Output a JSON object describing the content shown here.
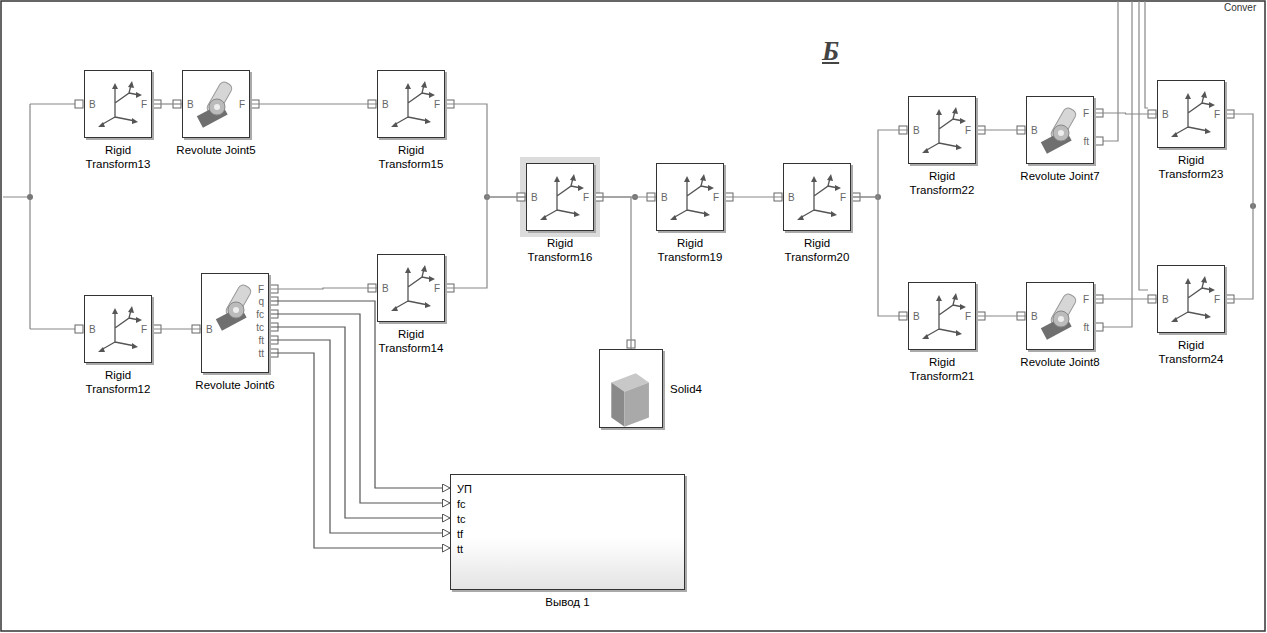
{
  "diagram": {
    "nodes": [
      {
        "text": [
          "B",
          "F",
          "Rigid Transform13"
        ]
      },
      {
        "text": [
          "B",
          "F",
          "Revolute Joint5"
        ]
      },
      {
        "text": [
          "B",
          "F",
          "Rigid Transform15"
        ]
      },
      {
        "text": [
          "B",
          "F",
          "Rigid Transform12"
        ]
      },
      {
        "text": [
          "B",
          "F",
          "q",
          "fc",
          "tc",
          "ft",
          "tt",
          "Revolute Joint6"
        ]
      },
      {
        "text": [
          "B",
          "F",
          "Rigid Transform14"
        ]
      },
      {
        "text": [
          "B",
          "F",
          "Rigid Transform16"
        ]
      },
      {
        "text": [
          "Solid4"
        ]
      },
      {
        "text": [
          "B",
          "F",
          "Rigid Transform19"
        ]
      },
      {
        "text": [
          "B",
          "F",
          "Rigid Transform20"
        ]
      },
      {
        "text": [
          "B",
          "F",
          "Rigid Transform22"
        ]
      },
      {
        "text": [
          "B",
          "F",
          "ft",
          "Revolute Joint7"
        ]
      },
      {
        "text": [
          "B",
          "F",
          "Rigid Transform23"
        ]
      },
      {
        "text": [
          "B",
          "F",
          "Rigid Transform21"
        ]
      },
      {
        "text": [
          "B",
          "F",
          "ft",
          "Revolute Joint8"
        ]
      },
      {
        "text": [
          "B",
          "F",
          "Rigid Transform24"
        ]
      },
      {
        "text": [
          "УП",
          "fc",
          "tc",
          "tf",
          "tt",
          "Вывод 1"
        ]
      }
    ],
    "edges": [
      {
        "from": 0,
        "to": 1,
        "arrow": "none"
      },
      {
        "from": 1,
        "to": 2,
        "arrow": "none"
      },
      {
        "from": 3,
        "to": 4,
        "arrow": "none"
      },
      {
        "from": 4,
        "to": 5,
        "arrow": "none"
      },
      {
        "from": 2,
        "to": 6,
        "arrow": "none"
      },
      {
        "from": 5,
        "to": 6,
        "arrow": "none"
      },
      {
        "from": 6,
        "to": 8,
        "arrow": "none"
      },
      {
        "from": 6,
        "to": 7,
        "arrow": "none"
      },
      {
        "from": 8,
        "to": 9,
        "arrow": "none"
      },
      {
        "from": 9,
        "to": 10,
        "arrow": "none"
      },
      {
        "from": 9,
        "to": 13,
        "arrow": "none"
      },
      {
        "from": 10,
        "to": 11,
        "arrow": "none"
      },
      {
        "from": 11,
        "to": 12,
        "arrow": "none"
      },
      {
        "from": 13,
        "to": 14,
        "arrow": "none"
      },
      {
        "from": 14,
        "to": 15,
        "arrow": "none"
      },
      {
        "from": 12,
        "to": 15,
        "arrow": "none"
      },
      {
        "from": 4,
        "to": 16,
        "arrow": "to"
      },
      {
        "from": 4,
        "to": 16,
        "arrow": "to"
      },
      {
        "from": 4,
        "to": 16,
        "arrow": "to"
      },
      {
        "from": 4,
        "to": 16,
        "arrow": "to"
      },
      {
        "from": 4,
        "to": 16,
        "arrow": "to"
      }
    ],
    "labels": [
      "Б",
      "Conver"
    ]
  }
}
